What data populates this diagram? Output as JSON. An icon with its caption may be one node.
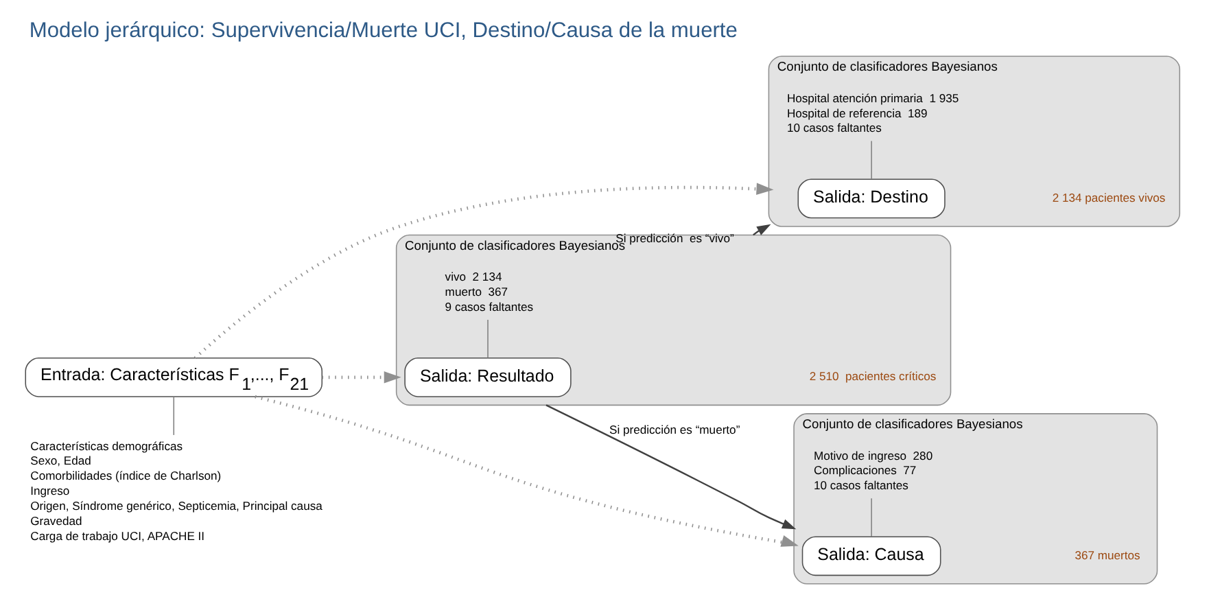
{
  "diagram": {
    "title": "Modelo jerárquico: Supervivencia/Muerte UCI, Destino/Causa de la muerte",
    "nodes": [
      {
        "text": [
          "Entrada: Características F$_{1}$,..., F$_{21}$"
        ],
        "beside": [
          "Características demográficas",
          "Sexo, Edad",
          "Comorbilidades (índice de Charlson)",
          "Ingreso",
          "Origen, Síndrome genérico, Septicemia, Principal causa",
          "Gravedad",
          "Carga de trabajo UCI, APACHE II"
        ]
      },
      {
        "text": [
          "Conjunto de clasificadores Bayesianos",
          "2 510  pacientes críticos"
        ]
      },
      {
        "text": [
          "Salida: Resultado"
        ],
        "in": 1,
        "beside": [
          "vivo  2 134",
          "muerto  367",
          "9 casos faltantes"
        ]
      },
      {
        "text": [
          "Conjunto de clasificadores Bayesianos",
          "2 134 pacientes vivos"
        ]
      },
      {
        "text": [
          "Salida: Destino"
        ],
        "in": 3,
        "beside": [
          "Hospital atención primaria  1 935",
          "Hospital de referencia  189",
          "10 casos faltantes"
        ]
      },
      {
        "text": [
          "Conjunto de clasificadores Bayesianos",
          "367 muertos"
        ]
      },
      {
        "text": [
          "Salida: Causa"
        ],
        "in": 5,
        "beside": [
          "Motivo de ingreso  280",
          "Complicaciones  77",
          "10 casos faltantes"
        ]
      }
    ],
    "edges": [
      {
        "from": 0,
        "to": 1,
        "arrow": "to",
        "style": "dashed"
      },
      {
        "from": 0,
        "to": 3,
        "arrow": "to",
        "style": "dashed"
      },
      {
        "from": 0,
        "to": 5,
        "arrow": "to",
        "style": "dashed"
      },
      {
        "from": 1,
        "to": 3,
        "arrow": "to",
        "label": "Si predicción  es “vivo”",
        "color": "#404040"
      },
      {
        "from": 1,
        "to": 5,
        "arrow": "to",
        "label": "Si predicción es “muerto”",
        "color": "#404040"
      }
    ]
  }
}
